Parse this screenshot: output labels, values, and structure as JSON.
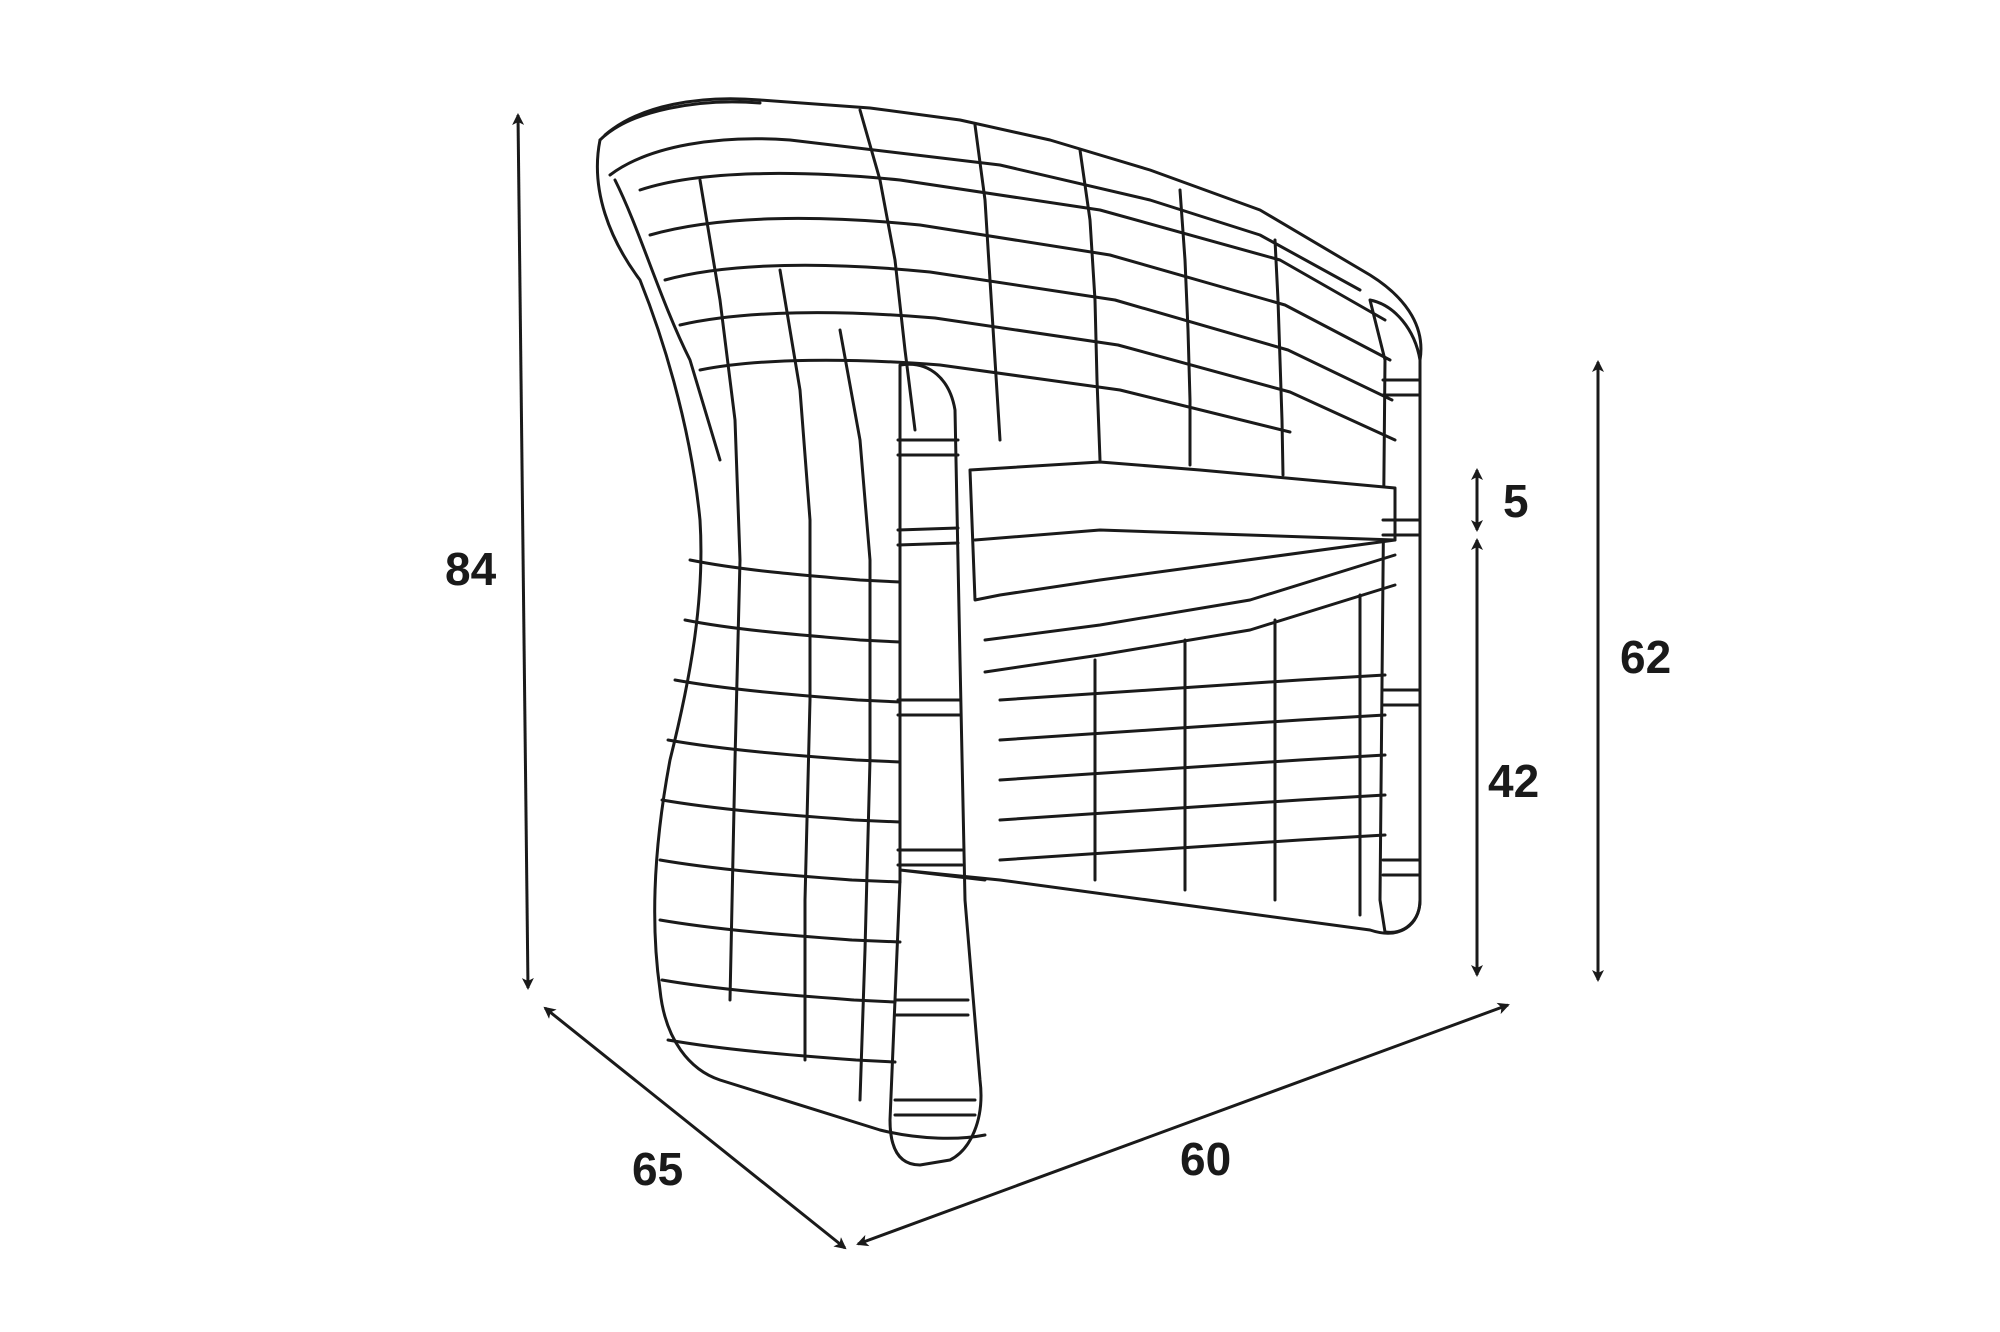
{
  "colors": {
    "line": "#1a1a1a",
    "background": "#ffffff",
    "cushion": "#ffffff"
  },
  "subject": "wicker-armchair-icon",
  "dimensions": {
    "height_total": "84",
    "depth": "65",
    "width": "60",
    "cushion_thickness": "5",
    "seat_height": "42",
    "arm_height": "62"
  }
}
